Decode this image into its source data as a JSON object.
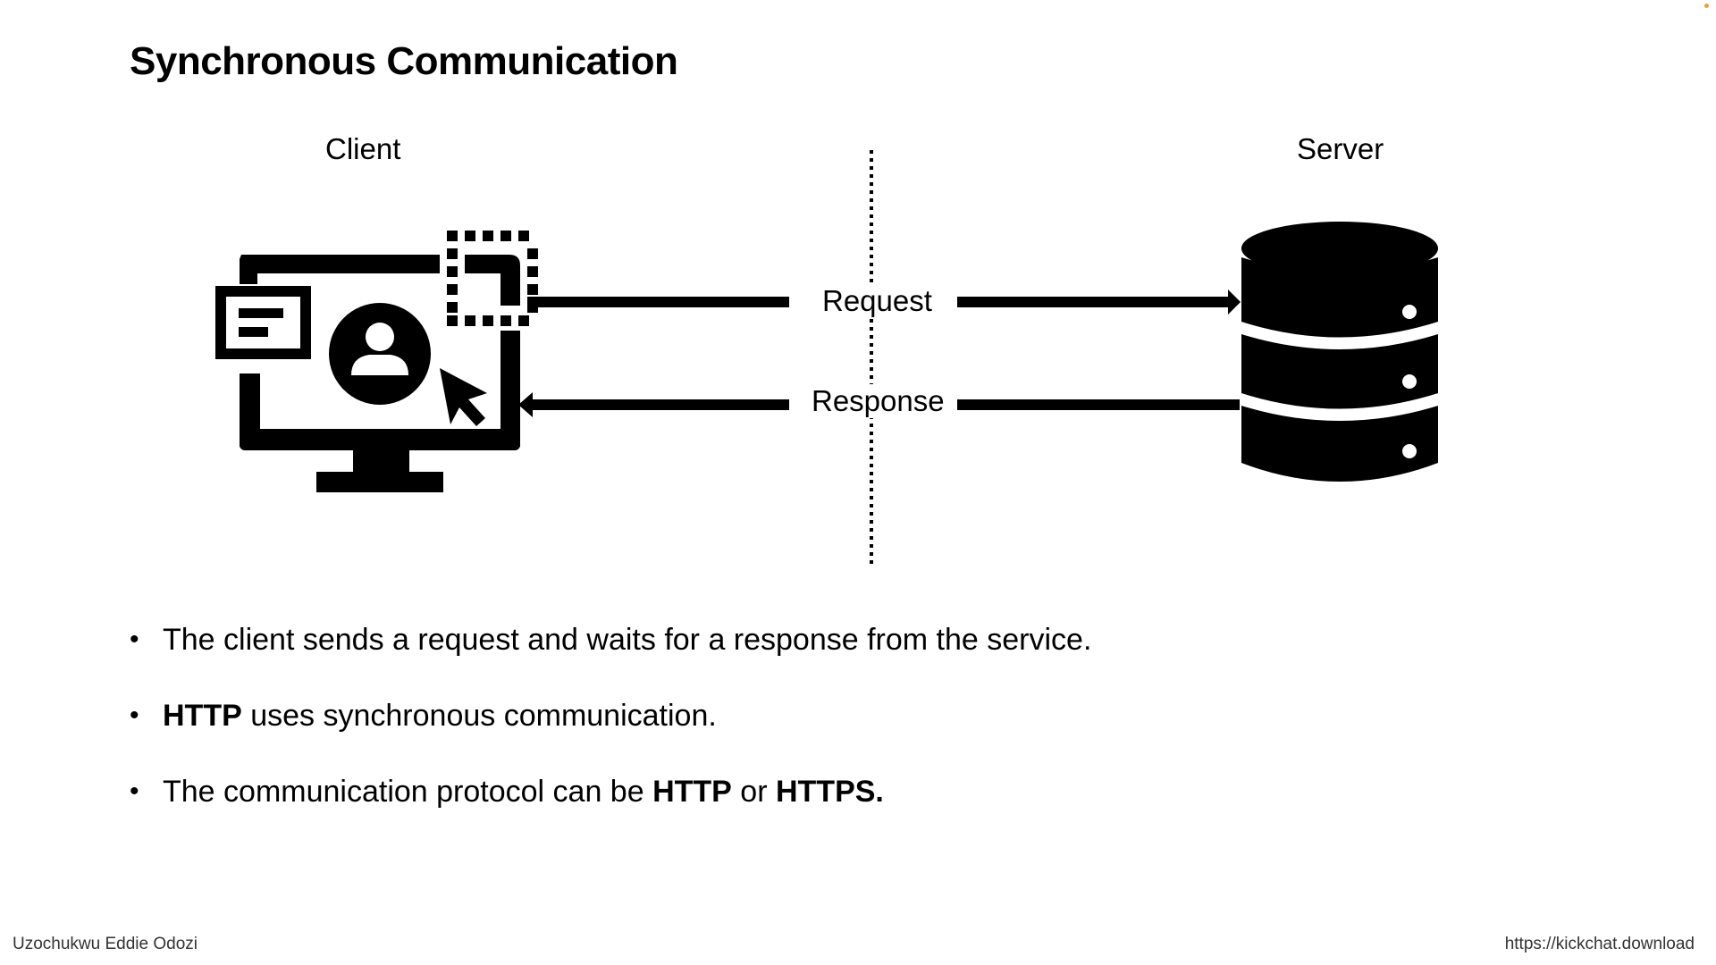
{
  "slide": {
    "title": "Synchronous Communication",
    "client_label": "Client",
    "server_label": "Server",
    "request_label": "Request",
    "response_label": "Response",
    "bullets": [
      {
        "parts": [
          {
            "text": "The client sends a request and waits for a response from the service.",
            "bold": false
          }
        ]
      },
      {
        "parts": [
          {
            "text": "HTTP",
            "bold": true
          },
          {
            "text": " uses synchronous communication.",
            "bold": false
          }
        ]
      },
      {
        "parts": [
          {
            "text": "The communication protocol can be ",
            "bold": false
          },
          {
            "text": "HTTP",
            "bold": true
          },
          {
            "text": " or ",
            "bold": false
          },
          {
            "text": "HTTPS.",
            "bold": true
          }
        ]
      }
    ],
    "bullet_symbol": "•"
  },
  "footer": {
    "author": "Uzochukwu Eddie Odozi",
    "url": "https://kickchat.download"
  },
  "icons": {
    "client": "computer-user-icon",
    "server": "database-icon",
    "cursor": "cursor-icon"
  },
  "colors": {
    "ink": "#000000",
    "background": "#ffffff",
    "corner_dot": "#e8a23a"
  }
}
